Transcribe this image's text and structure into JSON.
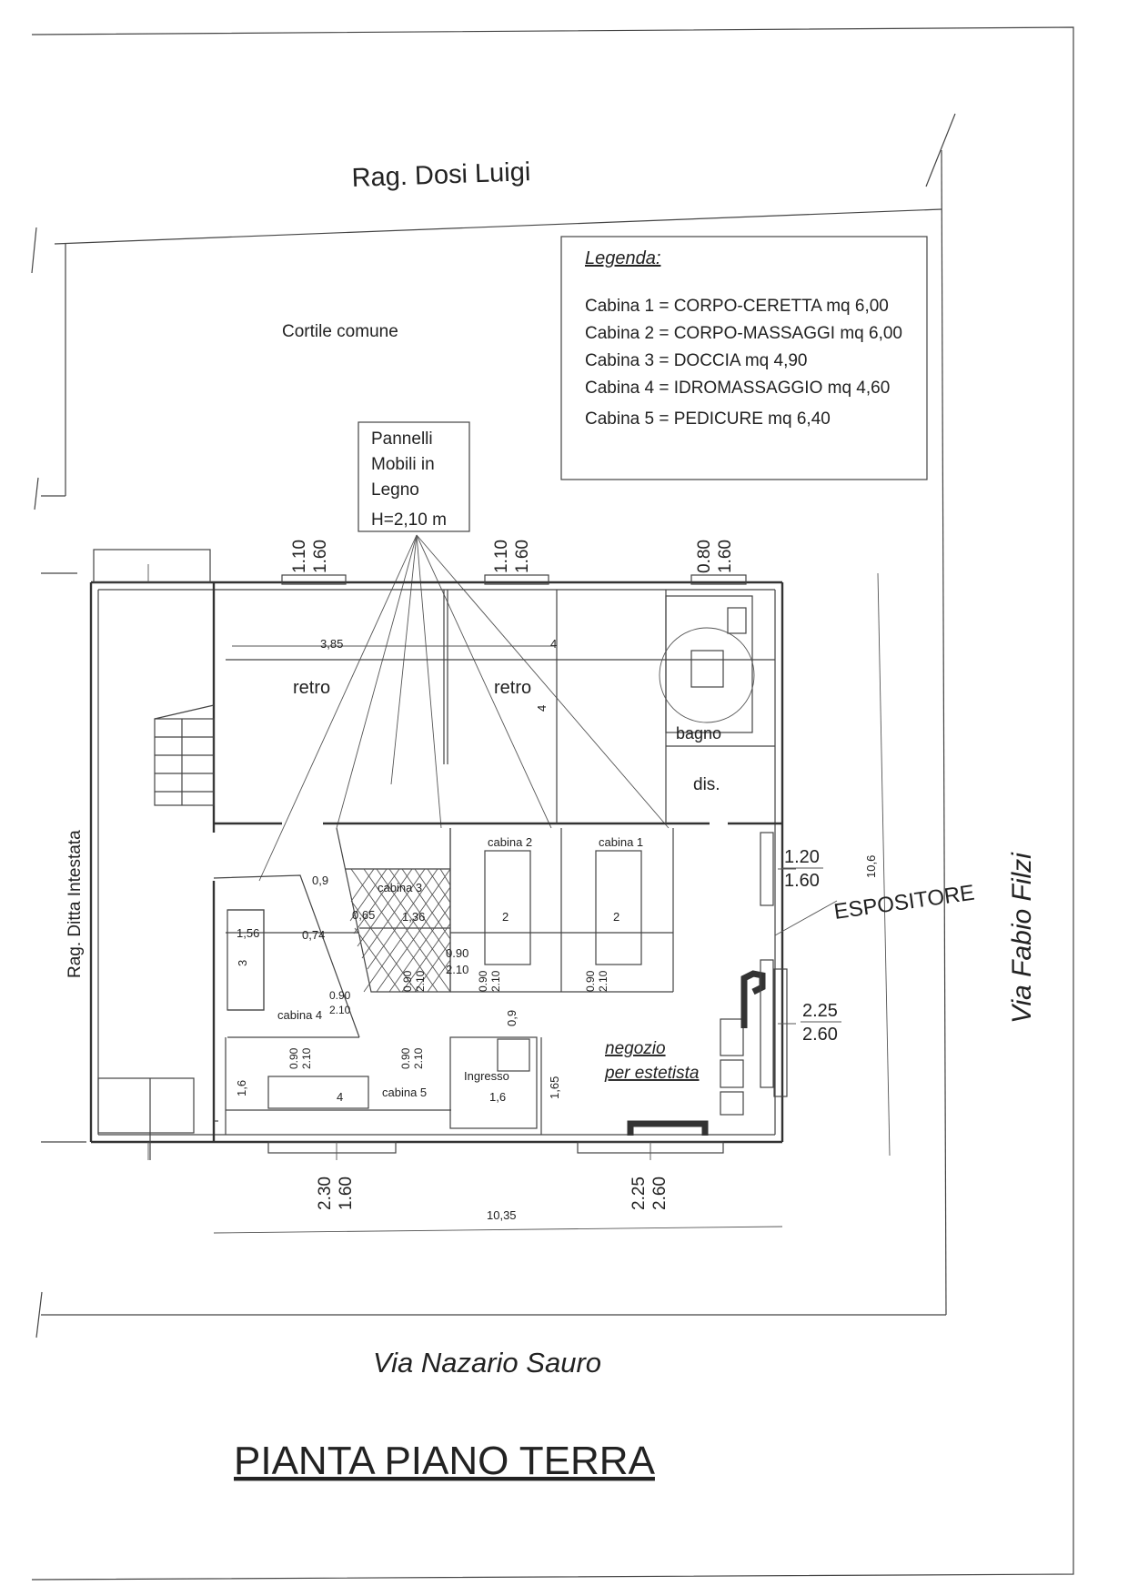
{
  "streets": {
    "top": "Rag. Dosi Luigi",
    "right": "Via Fabio Filzi",
    "bottom": "Via Nazario Sauro",
    "left": "Rag. Ditta Intestata"
  },
  "courtyard": "Cortile comune",
  "legend": {
    "title": "Legenda:",
    "items": [
      "Cabina 1 = CORPO-CERETTA mq 6,00",
      "Cabina 2 = CORPO-MASSAGGI mq 6,00",
      "Cabina 3 = DOCCIA mq 4,90",
      "Cabina 4 = IDROMASSAGGIO mq 4,60",
      "Cabina 5 = PEDICURE mq 6,40"
    ]
  },
  "panels_note": [
    "Pannelli",
    "Mobili in",
    "Legno",
    "H=2,10 m"
  ],
  "rooms": {
    "retro_left": "retro",
    "retro_mid": "retro",
    "bagno": "bagno",
    "dis": "dis.",
    "cabina1": "cabina 1",
    "cabina2": "cabina 2",
    "cabina3": "cabina 3",
    "cabina4": "cabina 4",
    "cabina5": "cabina 5",
    "ingresso": "Ingresso",
    "negozio_1": "negozio",
    "negozio_2": "per estetista",
    "espositore": "ESPOSITORE"
  },
  "windows": {
    "w1": [
      "1.10",
      "1.60"
    ],
    "w2": [
      "1.10",
      "1.60"
    ],
    "w3": [
      "0.80",
      "1.60"
    ],
    "right_upper": [
      "1.20",
      "1.60"
    ],
    "right_lower": [
      "2.25",
      "2.60"
    ],
    "bottom_left": [
      "2.30",
      "1.60"
    ],
    "bottom_right": [
      "2.25",
      "2.60"
    ]
  },
  "dims": {
    "d385": "3,85",
    "d4_top": "4",
    "d4_retro": "4",
    "d106": "10,6",
    "d1035": "10,35",
    "d09a": "0,9",
    "d074": "0,74",
    "d156": "1,56",
    "d3": "3",
    "d065": "0,65",
    "d136": "1,36",
    "d2_c2": "2",
    "d2_c1": "2",
    "d090_c3": "0.90",
    "d210_c3": "2.10",
    "door_c3": [
      "0.90",
      "2.10"
    ],
    "door_c2": [
      "0.90",
      "2.10"
    ],
    "door_c1": [
      "0.90",
      "2.10"
    ],
    "door_c4": [
      "0.90",
      "2.10"
    ],
    "d09b": "0,9",
    "door_c5a": [
      "0.90",
      "2.10"
    ],
    "door_c5b": [
      "0.90",
      "2.10"
    ],
    "d16a": "1,6",
    "d4_c5": "4",
    "d16b": "1,6",
    "d165": "1,65"
  },
  "title": "PIANTA PIANO TERRA"
}
